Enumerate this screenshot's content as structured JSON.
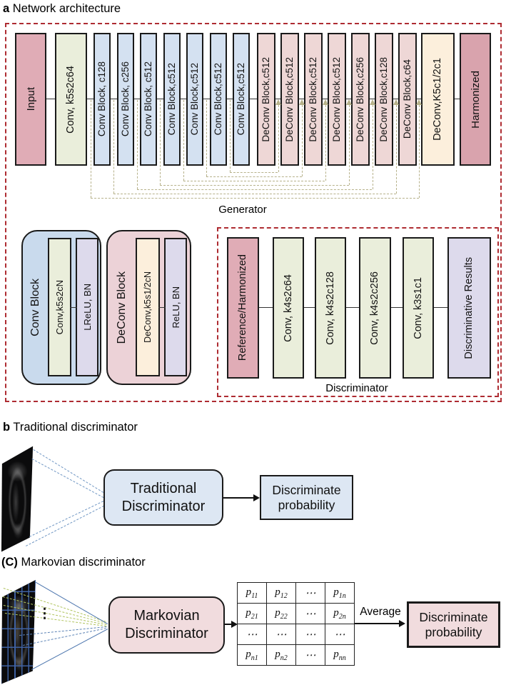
{
  "figure": {
    "panel_a": {
      "label": "a",
      "title": "Network architecture",
      "generator_label": "Generator",
      "generator_blocks": [
        "Input",
        "Conv, k5s2c64",
        "Conv Block, c128",
        "Conv Block, c256",
        "Conv Block, c512",
        "Conv Block,c512",
        "Conv Block,c512",
        "Conv Block,c512",
        "Conv Block,c512",
        "DeConv Block,c512",
        "DeConv Block,c512",
        "DeConv Block,c512",
        "DeConv Block,c512",
        "DeConv Block,c256",
        "DeConv Block,c128",
        "DeConv Block,c64",
        "DeConv,K5c1/2c1",
        "Harmonized"
      ],
      "conv_block_def": {
        "title": "Conv Block",
        "layers": [
          "Conv,k5s2cN",
          "LReLU, BN"
        ]
      },
      "deconv_block_def": {
        "title": "DeConv Block",
        "layers": [
          "DeConv,k5s1/2cN",
          "ReLU, BN"
        ]
      },
      "discriminator_label": "Discriminator",
      "discriminator_blocks": [
        "Reference/Harmonized",
        "Conv, k4s2c64",
        "Conv, k4s2c128",
        "Conv, k4s2c256",
        "Conv, k3s1c1",
        "Discriminative Results"
      ]
    },
    "panel_b": {
      "label": "b",
      "title": "Traditional discriminator",
      "box_line1": "Traditional",
      "box_line2": "Discriminator",
      "output_line1": "Discriminate",
      "output_line2": "probability"
    },
    "panel_c": {
      "label": "(C)",
      "title": "Markovian discriminator",
      "box_line1": "Markovian",
      "box_line2": "Discriminator",
      "average_label": "Average",
      "output_line1": "Discriminate",
      "output_line2": "probability",
      "matrix": [
        [
          {
            "b": "p",
            "s": "11"
          },
          {
            "b": "p",
            "s": "12"
          },
          {
            "dots": true
          },
          {
            "b": "p",
            "s": "1n"
          }
        ],
        [
          {
            "b": "p",
            "s": "21"
          },
          {
            "b": "p",
            "s": "22"
          },
          {
            "dots": true
          },
          {
            "b": "p",
            "s": "2n"
          }
        ],
        [
          {
            "dots": true
          },
          {
            "dots": true
          },
          {
            "dots": true
          },
          {
            "dots": true
          }
        ],
        [
          {
            "b": "p",
            "s": "n1"
          },
          {
            "b": "p",
            "s": "n2"
          },
          {
            "dots": true
          },
          {
            "b": "p",
            "s": "nn"
          }
        ]
      ]
    },
    "colors": {
      "accent_red": "#ae2c32",
      "io_pink": "#e0acb6",
      "harmonized_pink": "#d9a3ad",
      "conv_green": "#eaeedb",
      "conv_blue": "#d4e1f1",
      "deconv_pink": "#eed7d6",
      "deconv_cream": "#fcefdc",
      "lavender": "#dddaec",
      "def_blue": "#c9daed",
      "def_pink": "#ecd2d7",
      "box_blue": "#dde7f3",
      "box_pink": "#f1dcde",
      "skip_tan": "#b7b28b"
    }
  }
}
